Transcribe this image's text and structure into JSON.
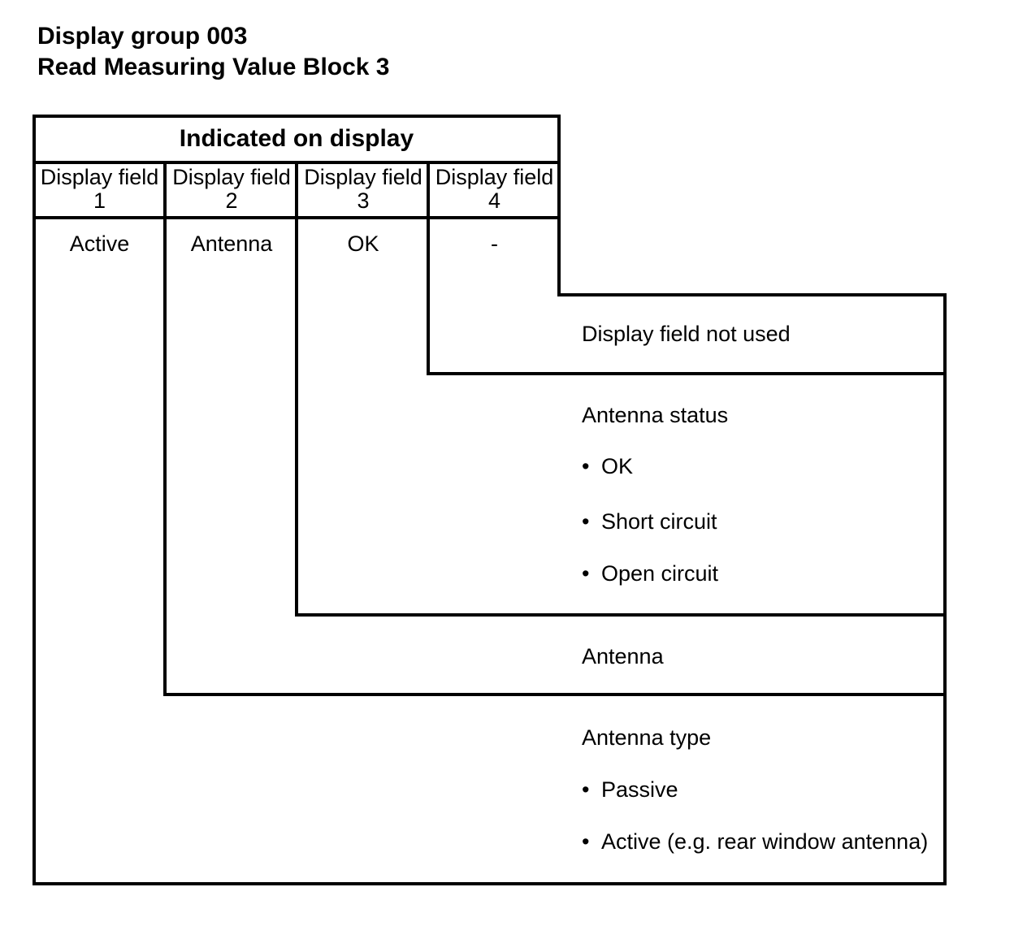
{
  "page": {
    "title_line1": "Display group 003",
    "title_line2": "Read Measuring Value Block 3"
  },
  "table": {
    "header": "Indicated on display",
    "columns": [
      {
        "label": "Display field",
        "number": "1",
        "value": "Active"
      },
      {
        "label": "Display field",
        "number": "2",
        "value": "Antenna"
      },
      {
        "label": "Display field",
        "number": "3",
        "value": "OK"
      },
      {
        "label": "Display field",
        "number": "4",
        "value": "-"
      }
    ]
  },
  "annotations": {
    "field4": {
      "text": "Display field not used"
    },
    "field3": {
      "heading": "Antenna status",
      "bullets": [
        "OK",
        "Short circuit",
        "Open circuit"
      ]
    },
    "field2": {
      "heading": "Antenna"
    },
    "field1": {
      "heading": "Antenna type",
      "bullets": [
        "Passive",
        "Active (e.g. rear window antenna)"
      ]
    }
  },
  "icons": {
    "bullet_glyph": "•"
  },
  "colors": {
    "line": "#000000",
    "background": "#ffffff",
    "text": "#000000"
  }
}
